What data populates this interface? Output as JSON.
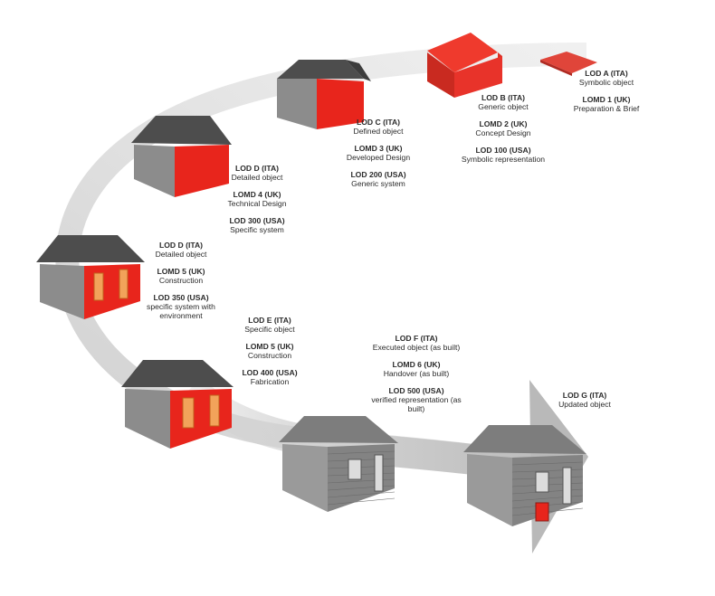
{
  "stages": [
    {
      "lines": [
        [
          "LOD A (ITA)",
          "Symbolic object"
        ],
        [
          "LOMD 1 (UK)",
          "Preparation & Brief"
        ]
      ]
    },
    {
      "lines": [
        [
          "LOD B (ITA)",
          "Generic object"
        ],
        [
          "LOMD 2 (UK)",
          "Concept Design"
        ],
        [
          "LOD 100 (USA)",
          "Symbolic representation"
        ]
      ]
    },
    {
      "lines": [
        [
          "LOD C (ITA)",
          "Defined object"
        ],
        [
          "LOMD 3 (UK)",
          "Developed Design"
        ],
        [
          "LOD 200 (USA)",
          "Generic system"
        ]
      ]
    },
    {
      "lines": [
        [
          "LOD D (ITA)",
          "Detailed object"
        ],
        [
          "LOMD 4 (UK)",
          "Technical Design"
        ],
        [
          "LOD 300 (USA)",
          "Specific system"
        ]
      ]
    },
    {
      "lines": [
        [
          "LOD D (ITA)",
          "Detailed object"
        ],
        [
          "LOMD 5 (UK)",
          "Construction"
        ],
        [
          "LOD 350 (USA)",
          "specific system with environment"
        ]
      ]
    },
    {
      "lines": [
        [
          "LOD E (ITA)",
          "Specific object"
        ],
        [
          "LOMD 5 (UK)",
          "Construction"
        ],
        [
          "LOD 400 (USA)",
          "Fabrication"
        ]
      ]
    },
    {
      "lines": [
        [
          "LOD F (ITA)",
          "Executed object (as built)"
        ],
        [
          "LOMD 6 (UK)",
          "Handover (as built)"
        ],
        [
          "LOD 500 (USA)",
          "verified representation (as built)"
        ]
      ]
    },
    {
      "lines": [
        [
          "LOD G (ITA)",
          "Updated object"
        ]
      ]
    }
  ],
  "colors": {
    "path": "#d2d2d2",
    "roof": "#4d4d4d",
    "wall": "#8c8c8c",
    "red": "#e8251c",
    "window": "#f2a35a"
  }
}
